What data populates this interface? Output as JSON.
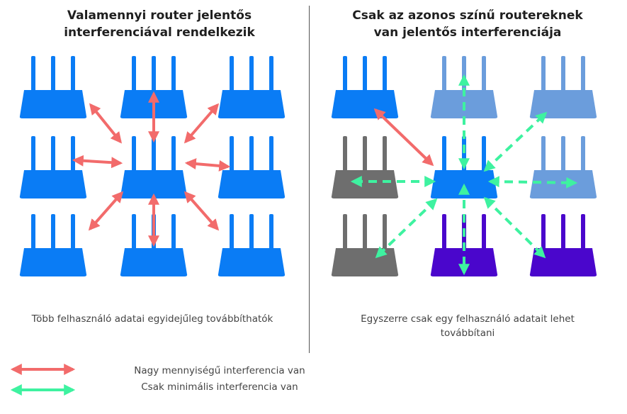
{
  "left_panel": {
    "title_line1": "Valamennyi router jelentős",
    "title_line2": "interferenciával rendelkezik",
    "caption": "Több felhasználó adatai egyidejűleg továbbíthatók"
  },
  "right_panel": {
    "title_line1": "Csak az azonos színű routereknek",
    "title_line2": "van jelentős interferenciája",
    "caption_line1": "Egyszerre csak egy felhasználó adatait lehet",
    "caption_line2": "továbbítani"
  },
  "legend": {
    "high_label": "Nagy mennyiségű interferencia van",
    "low_label": "Csak minimális interferencia van"
  },
  "colors": {
    "blue": "#0a7cf5",
    "light_blue": "#6b9ddc",
    "gray": "#6e6e6e",
    "purple": "#4a06cc",
    "red_arrow": "#f26b6b",
    "green_arrow": "#3ef2a0"
  }
}
